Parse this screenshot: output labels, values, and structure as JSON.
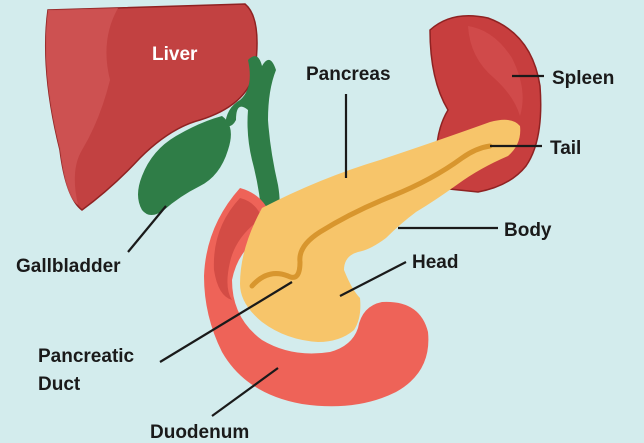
{
  "labels": {
    "liver": "Liver",
    "pancreas": "Pancreas",
    "spleen": "Spleen",
    "tail": "Tail",
    "body": "Body",
    "head": "Head",
    "gallbladder": "Gallbladder",
    "pancreatic_duct_line1": "Pancreatic",
    "pancreatic_duct_line2": "Duct",
    "duodenum": "Duodenum"
  },
  "colors": {
    "background": "#d3eced",
    "liver": "#c24141",
    "liver_light": "#cf5555",
    "gallbladder": "#2f7d47",
    "spleen": "#c73e3e",
    "spleen_light": "#d04a4a",
    "duodenum": "#ee6358",
    "pancreas": "#f7c56a",
    "pancreatic_duct": "#d8962e",
    "organ_outline": "#8f2222",
    "label_text": "#1a1a1a"
  }
}
